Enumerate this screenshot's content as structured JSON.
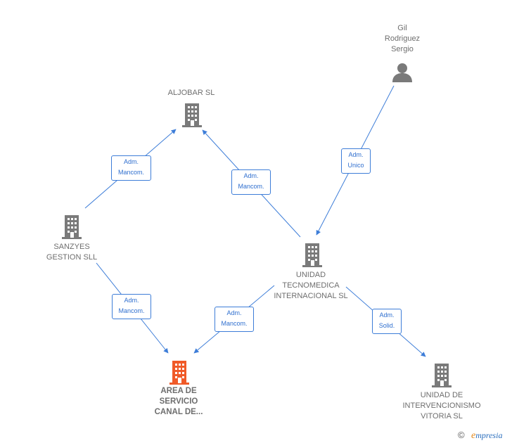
{
  "colors": {
    "edge": "#3d7dd8",
    "building": "#7a7a7a",
    "focus_building": "#f05a28",
    "person": "#7a7a7a"
  },
  "nodes": [
    {
      "id": "aljobar",
      "type": "company",
      "label_lines": [
        "ALJOBAR  SL"
      ]
    },
    {
      "id": "gil",
      "type": "person",
      "label_lines": [
        "Gil",
        "Rodriguez",
        "Sergio"
      ]
    },
    {
      "id": "sanzyes",
      "type": "company",
      "label_lines": [
        "SANZYES",
        "GESTION  SLL"
      ]
    },
    {
      "id": "unidad_tec",
      "type": "company",
      "label_lines": [
        "UNIDAD",
        "TECNOMEDICA",
        "INTERNACIONAL SL"
      ]
    },
    {
      "id": "area",
      "type": "company-focus",
      "label_lines": [
        "AREA DE",
        "SERVICIO",
        "CANAL DE..."
      ]
    },
    {
      "id": "unidad_int",
      "type": "company",
      "label_lines": [
        "UNIDAD DE",
        "INTERVENCIONISMO",
        "VITORIA  SL"
      ]
    }
  ],
  "edges": [
    {
      "id": "sanzyes-aljobar",
      "label_lines": [
        "Adm.",
        "Mancom."
      ]
    },
    {
      "id": "unidadtec-aljobar",
      "label_lines": [
        "Adm.",
        "Mancom."
      ]
    },
    {
      "id": "gil-unidadtec",
      "label_lines": [
        "Adm.",
        "Unico"
      ]
    },
    {
      "id": "sanzyes-area",
      "label_lines": [
        "Adm.",
        "Mancom."
      ]
    },
    {
      "id": "unidadtec-area",
      "label_lines": [
        "Adm.",
        "Mancom."
      ]
    },
    {
      "id": "unidadtec-unidadint",
      "label_lines": [
        "Adm.",
        "Solid."
      ]
    }
  ],
  "footer": {
    "copyright_symbol": "©",
    "brand_initial": "e",
    "brand_rest": "mpresia"
  }
}
